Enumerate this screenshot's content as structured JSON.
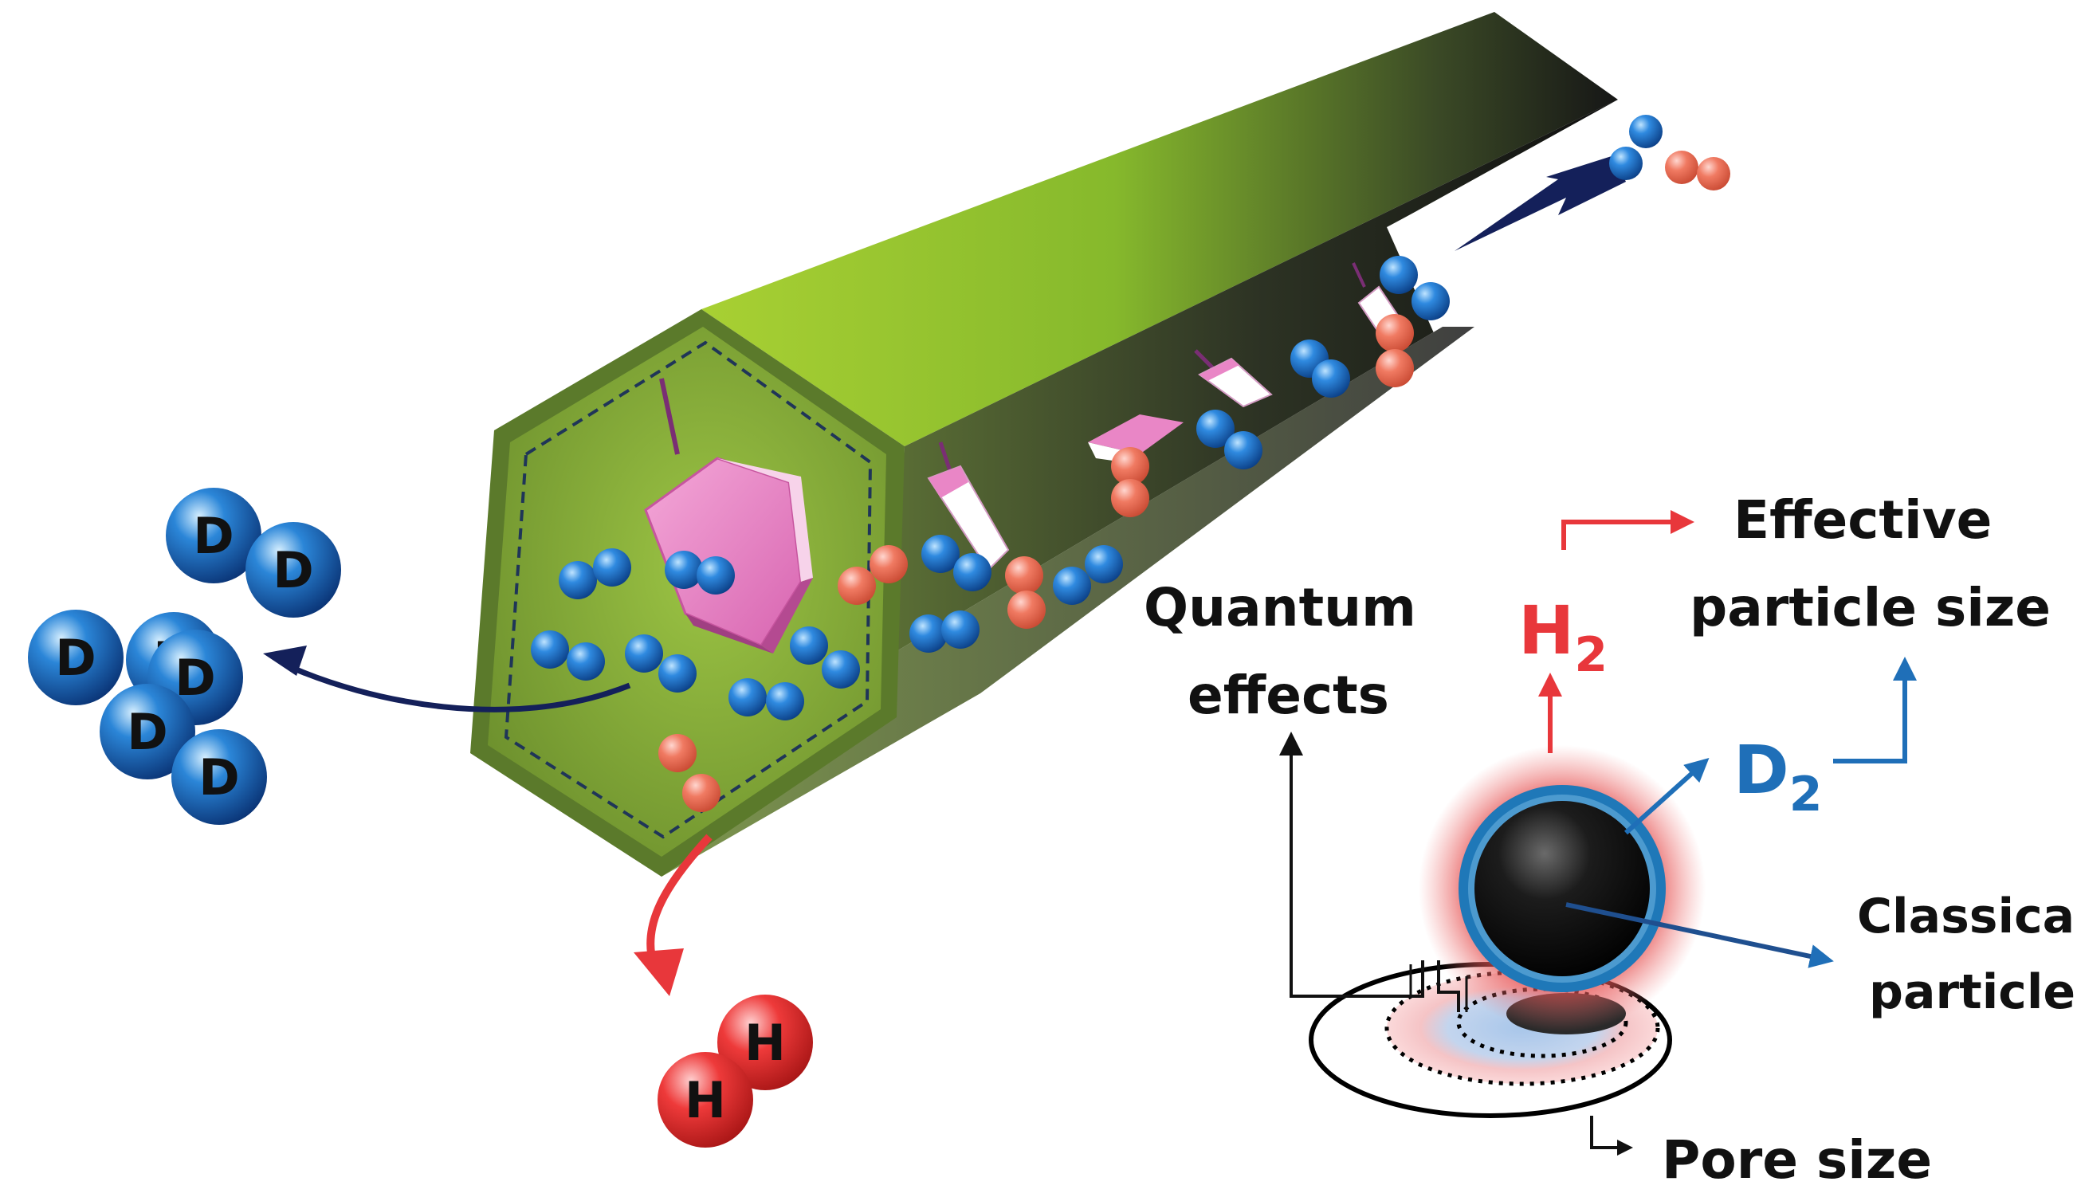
{
  "labels": {
    "effective_line1": "Effective",
    "effective_line2": "particle size",
    "quantum_line1": "Quantum",
    "quantum_line2": "effects",
    "classical_line1": "Classical",
    "classical_line2": "particle",
    "pore_size": "Pore size",
    "h2_base": "H",
    "h2_sub": "2",
    "d2_base": "D",
    "d2_sub": "2"
  },
  "molecules": {
    "deuterium_letter": "D",
    "hydrogen_letter": "H"
  },
  "colors": {
    "tube_green": "#8fbf2e",
    "tube_dark": "#1e1e1e",
    "deuterium_blue": "#1565c0",
    "hydrogen_red": "#e8373b",
    "hydrogen_small": "#f4785f",
    "crystal_pink": "#e986c6",
    "arrow_navy": "#14205a",
    "label_red": "#e8373b",
    "label_blue": "#1f6fb8"
  }
}
